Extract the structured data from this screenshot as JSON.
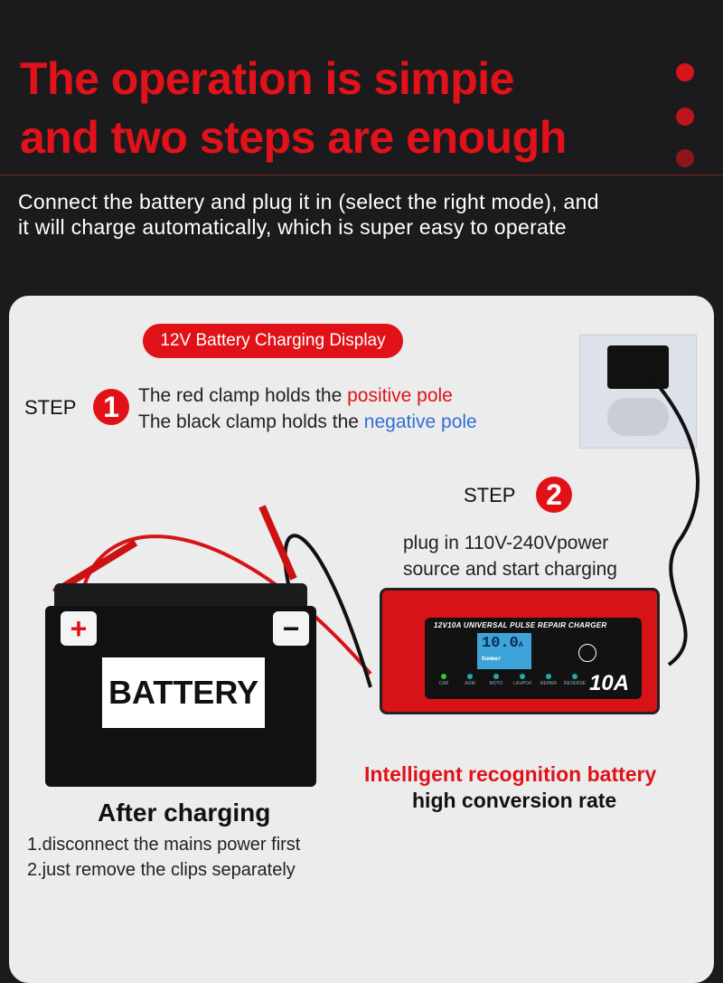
{
  "header": {
    "title_line1": "The operation is simpie",
    "title_line2": "and two steps are enough",
    "subtitle_line1": "Connect the battery and plug it in (select the right mode), and",
    "subtitle_line2": "it will charge automatically, which is super easy to operate"
  },
  "pill": "12V Battery Charging Display",
  "step1": {
    "label": "STEP",
    "number": "1",
    "line1_prefix": "The red clamp holds the ",
    "line1_highlight": "positive pole",
    "line2_prefix": "The black clamp holds the ",
    "line2_highlight": "negative pole"
  },
  "step2": {
    "label": "STEP",
    "number": "2",
    "line1": "plug in 110V-240Vpower",
    "line2": "source and start charging"
  },
  "battery": {
    "label": "BATTERY",
    "plus": "+",
    "minus": "−"
  },
  "charger": {
    "title": "12V10A UNIVERSAL PULSE REPAIR CHARGER",
    "lcd": "10.0",
    "lcd_unit": "A",
    "lcd_mode": "Summer",
    "rating": "10A",
    "modes": [
      "CAR",
      "AGM",
      "MOTO",
      "LiFePO4",
      "REPAIR",
      "REVERSE"
    ]
  },
  "features": {
    "line1": "Intelligent recognition battery",
    "line2": "high conversion rate"
  },
  "after": {
    "title": "After charging",
    "step1": "1.disconnect the mains power first",
    "step2": "2.just remove the clips separately"
  },
  "colors": {
    "accent": "#e01218",
    "background": "#1b1b1d",
    "card": "#ececec",
    "negative": "#2f6fd8"
  }
}
